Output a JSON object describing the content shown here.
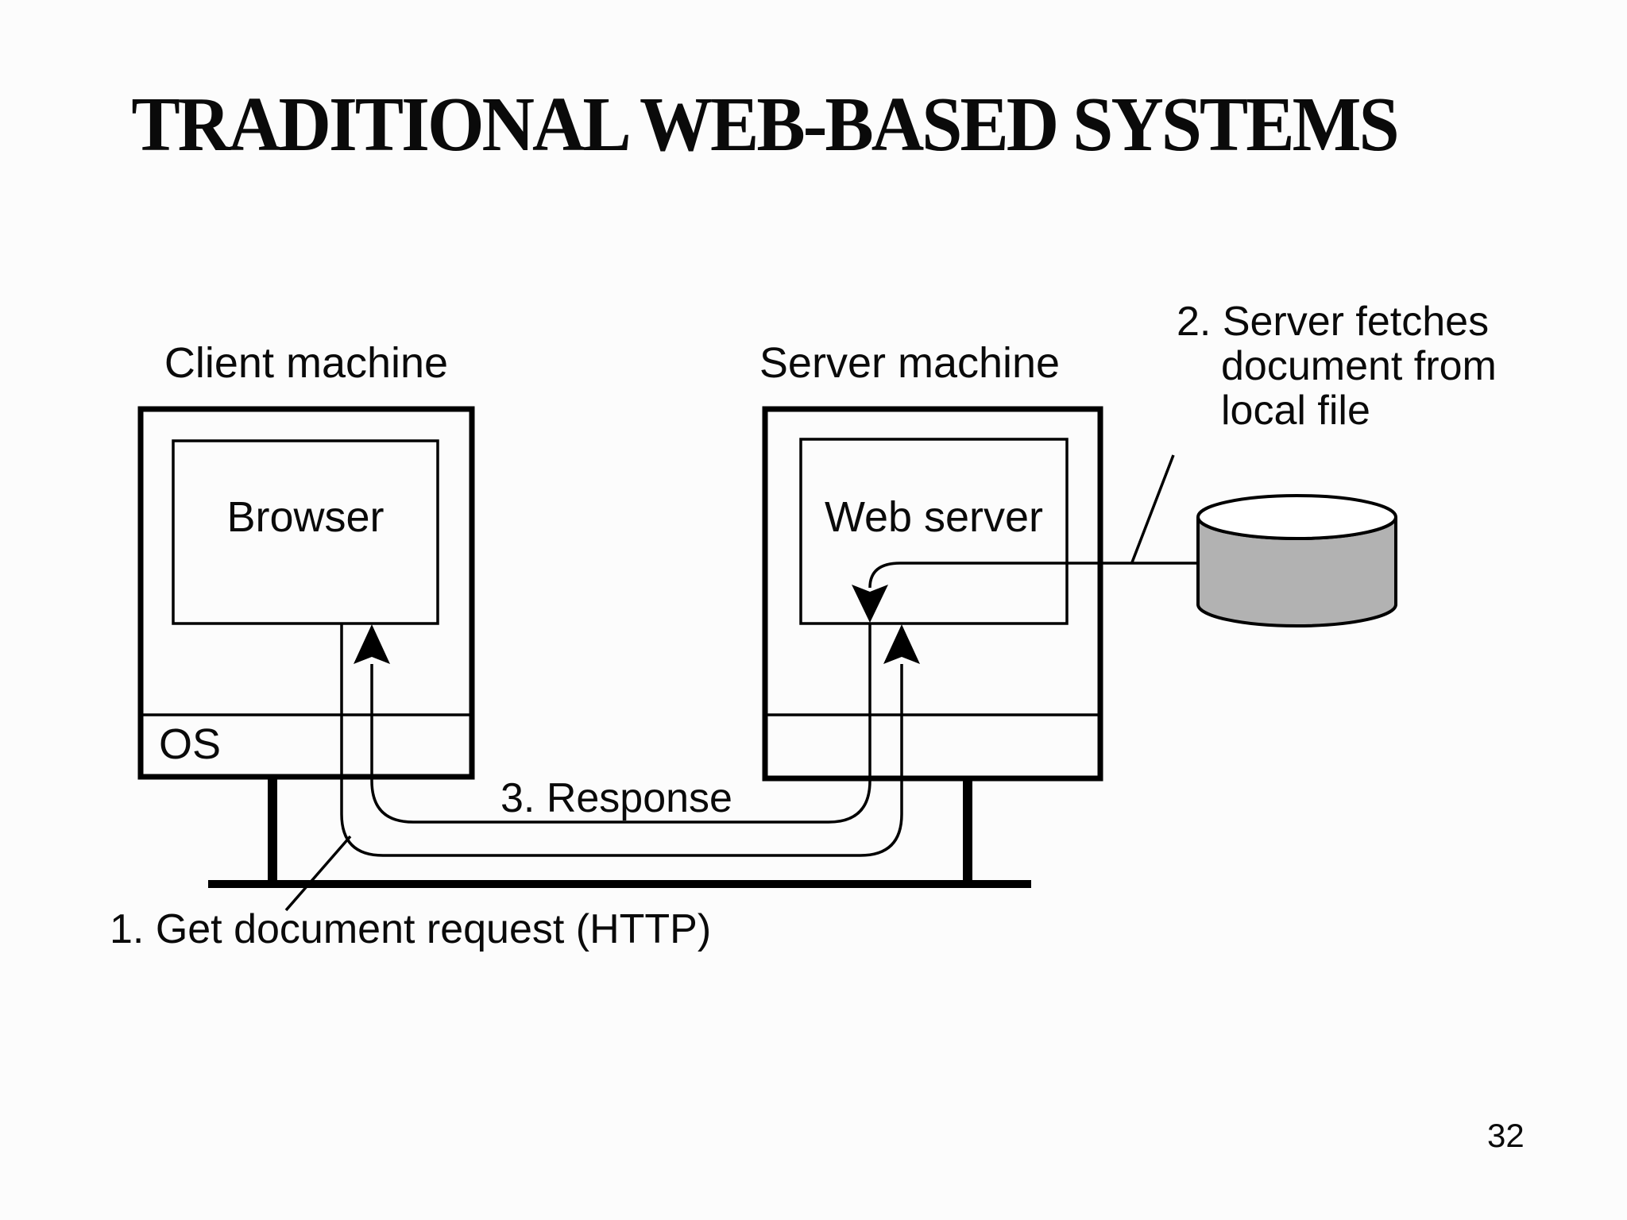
{
  "page": {
    "number": "32",
    "background": "#fcfcfc"
  },
  "header": {
    "title": "TRADITIONAL WEB-BASED SYSTEMS"
  },
  "diagram": {
    "client_machine": {
      "label": "Client machine",
      "process": "Browser",
      "os": "OS"
    },
    "server_machine": {
      "label": "Server machine",
      "process": "Web server"
    },
    "database": {
      "name": "local-file-store",
      "body_color": "#b2b2b2",
      "outline_color": "#000000"
    },
    "steps": {
      "step1": "1. Get document request (HTTP)",
      "step2_lines": [
        "2. Server fetches",
        "document from",
        "local file"
      ],
      "step3": "3. Response"
    },
    "colors": {
      "line": "#000000",
      "text": "#0a0a0a"
    }
  }
}
